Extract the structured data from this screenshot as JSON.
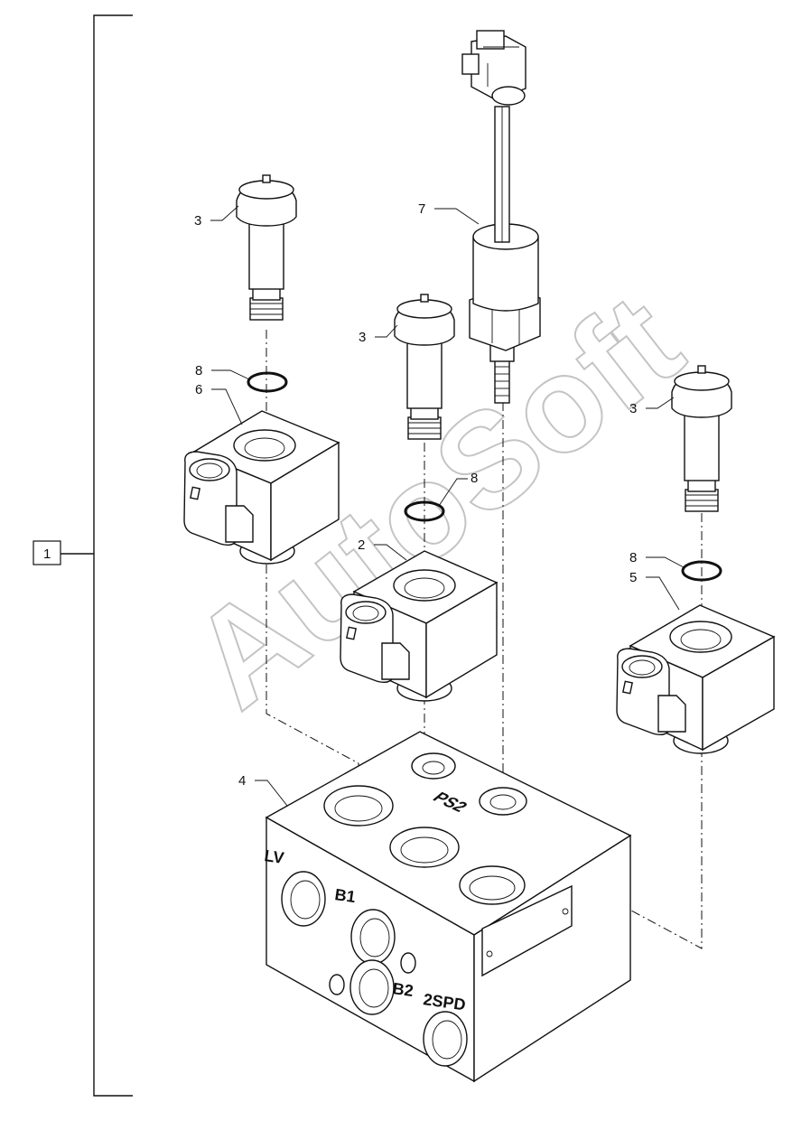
{
  "diagram": {
    "assembly_label": "1",
    "callouts": {
      "c2": "2",
      "c3a": "3",
      "c3b": "3",
      "c3c": "3",
      "c4": "4",
      "c5": "5",
      "c6": "6",
      "c7": "7",
      "c8a": "8",
      "c8b": "8",
      "c8c": "8"
    },
    "ports": {
      "lv": "LV",
      "b1": "B1",
      "b2": "B2",
      "twospd": "2SPD",
      "ps2": "PS2"
    },
    "watermark": "AutoSoft"
  }
}
